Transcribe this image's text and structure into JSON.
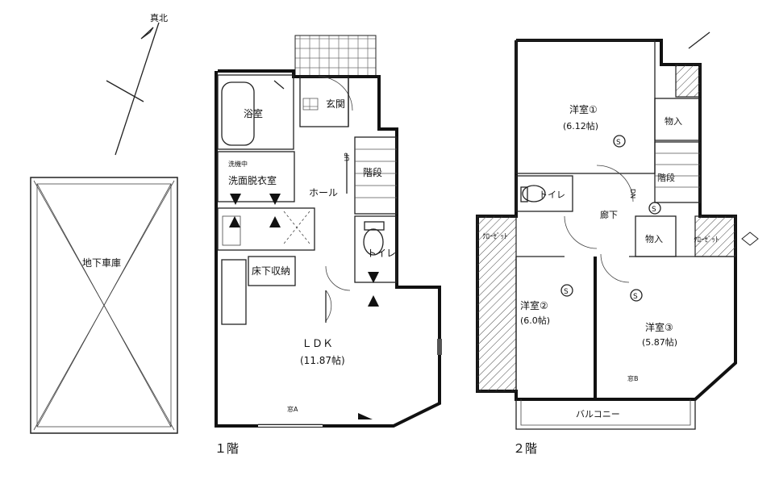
{
  "compass": {
    "label": "真北"
  },
  "garage": {
    "label": "地下車庫"
  },
  "floor1": {
    "caption": "１階",
    "rooms": {
      "bath": "浴室",
      "entrance": "玄関",
      "washroom": "洗面脱衣室",
      "washroom_note": "洗機中",
      "hall": "ホール",
      "stairs": "階段",
      "stairs_up": "UP",
      "toilet": "トイレ",
      "storage": "床下収納",
      "ldk": "ＬＤＫ",
      "ldk_size": "(11.87帖)",
      "window_mark": "窓A"
    }
  },
  "floor2": {
    "caption": "２階",
    "rooms": {
      "room1": "洋室①",
      "room1_size": "(6.12帖)",
      "storage1": "物入",
      "stairs": "階段",
      "stairs_dn": "DN",
      "toilet": "トイレ",
      "corridor": "廊下",
      "closet_left": "ｸﾛｰｾﾞｯﾄ",
      "storage2": "物入",
      "closet_right": "ｸﾛｰｾﾞｯﾄ",
      "room2": "洋室②",
      "room2_size": "(6.0帖)",
      "room3": "洋室③",
      "room3_size": "(5.87帖)",
      "window_mark": "窓B",
      "balcony": "バルコニー",
      "storage_mark": "S"
    }
  }
}
